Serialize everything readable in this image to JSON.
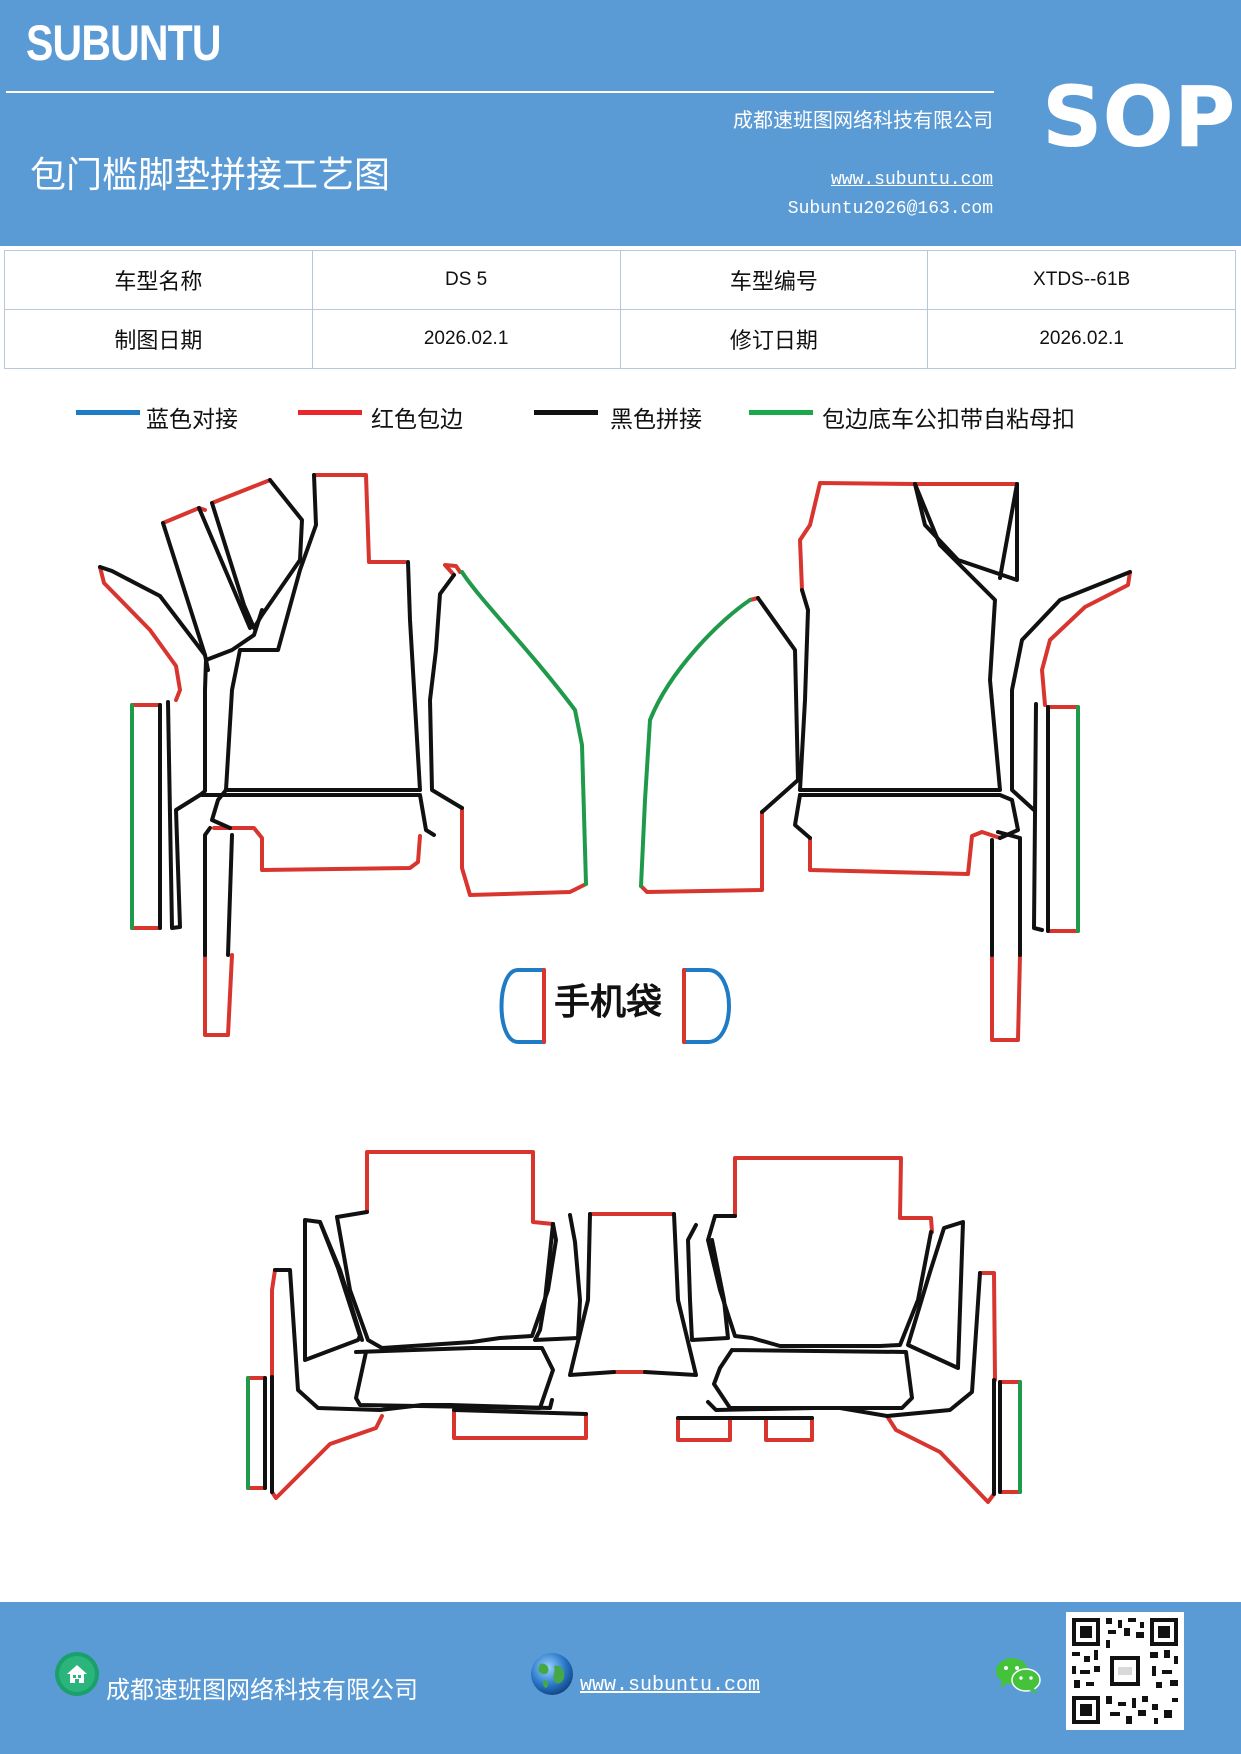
{
  "header": {
    "brand": "SUBUNTU",
    "company": "成都速班图网络科技有限公司",
    "title": "包门槛脚垫拼接工艺图",
    "website": "www.subuntu.com",
    "email": "Subuntu2026@163.com",
    "badge": "SOP"
  },
  "info_table": {
    "rows": [
      {
        "label1": "车型名称",
        "value1": "DS 5",
        "label2": "车型编号",
        "value2": "XTDS--61B"
      },
      {
        "label1": "制图日期",
        "value1": "2026.02.1",
        "label2": "修订日期",
        "value2": "2026.02.1"
      }
    ]
  },
  "legend": [
    {
      "label": "蓝色对接",
      "color": "#1f7bc4"
    },
    {
      "label": "红色包边",
      "color": "#e8262b"
    },
    {
      "label": "黑色拼接",
      "color": "#111111"
    },
    {
      "label": "包边底车公扣带自粘母扣",
      "color": "#1aa84b"
    }
  ],
  "diagram": {
    "phone_pocket_label": "手机袋",
    "colors": {
      "blue": "#1f7bc4",
      "red": "#d9352f",
      "black": "#111111",
      "green": "#1f9a4a"
    }
  },
  "footer": {
    "company": "成都速班图网络科技有限公司",
    "website": "www.subuntu.com",
    "icons": [
      "building-icon",
      "globe-icon",
      "wechat-icon",
      "qr-code"
    ]
  }
}
